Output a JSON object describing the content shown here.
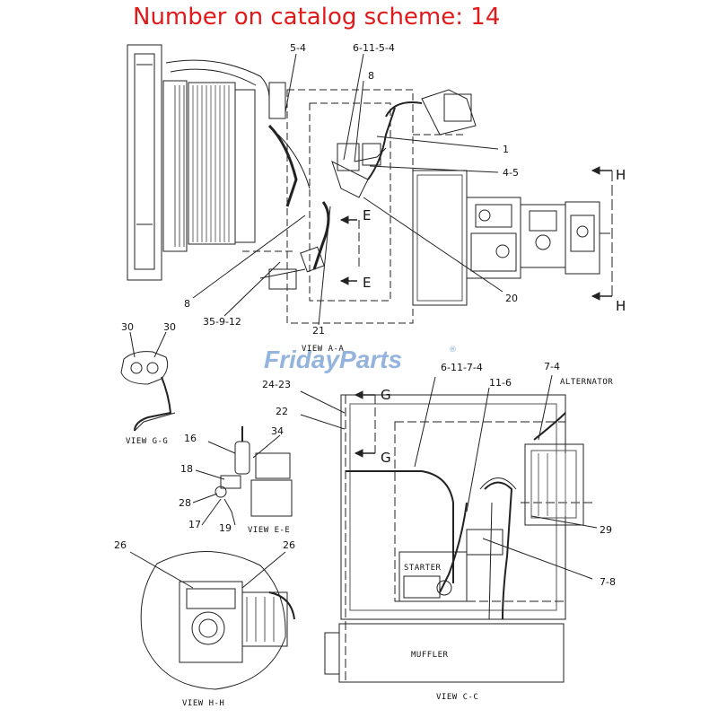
{
  "header": {
    "title": "Number on catalog scheme: 14"
  },
  "watermark": {
    "text": "FridayParts",
    "trademark": "®"
  },
  "callouts": {
    "c_5_4": "5-4",
    "c_6_11_5_4": "6-11-5-4",
    "c_8_top": "8",
    "c_1": "1",
    "c_4_5": "4-5",
    "c_20": "20",
    "c_8_left": "8",
    "c_35_9_12": "35-9-12",
    "c_21": "21",
    "c_30_a": "30",
    "c_30_b": "30",
    "c_6_11_7_4": "6-11-7-4",
    "c_7_4": "7-4",
    "c_11_6": "11-6",
    "c_24_23": "24-23",
    "c_22": "22",
    "c_16": "16",
    "c_34": "34",
    "c_18": "18",
    "c_28": "28",
    "c_17": "17",
    "c_19": "19",
    "c_29": "29",
    "c_7_8": "7-8",
    "c_26_a": "26",
    "c_26_b": "26"
  },
  "section_markers": {
    "h_top": "H",
    "h_bottom": "H",
    "e_top": "E",
    "e_bottom": "E",
    "g_top": "G",
    "g_bottom": "G"
  },
  "view_labels": {
    "view_aa": "VIEW A-A",
    "view_gg": "VIEW G-G",
    "view_ee": "VIEW E-E",
    "view_hh": "VIEW H-H",
    "view_cc": "VIEW C-C"
  },
  "component_labels": {
    "alternator": "ALTERNATOR",
    "starter": "STARTER",
    "muffler": "MUFFLER"
  }
}
